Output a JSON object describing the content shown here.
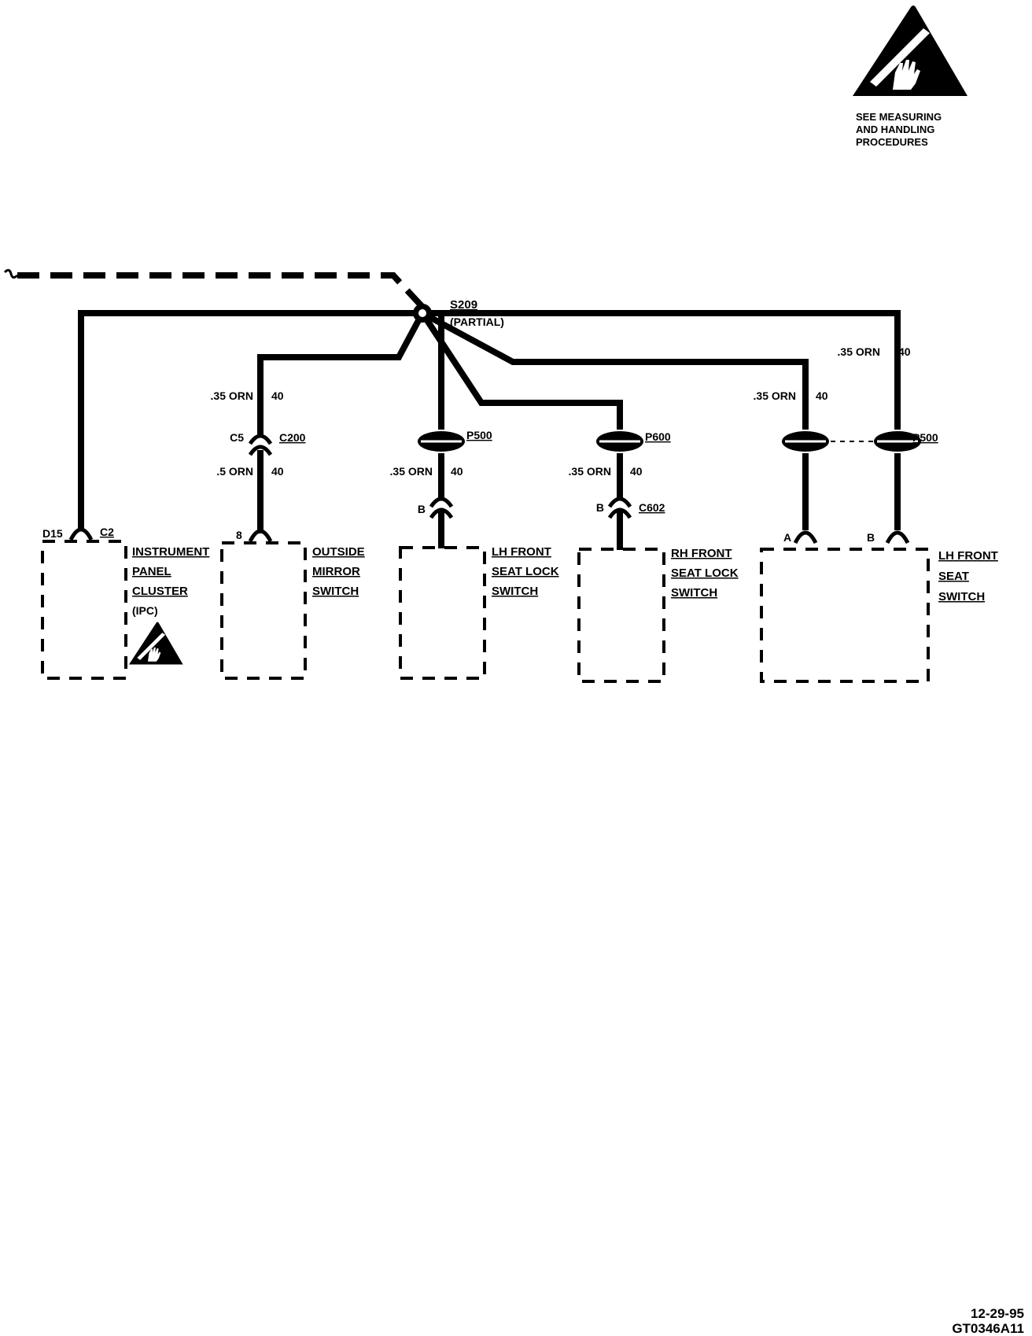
{
  "esd_notice": {
    "icon": "esd-warning-icon",
    "lines": [
      "SEE MEASURING",
      "AND HANDLING",
      "PROCEDURES"
    ]
  },
  "splice": {
    "label": "S209",
    "note": "(PARTIAL)"
  },
  "ipc": {
    "name_lines": [
      "INSTRUMENT",
      "PANEL",
      "CLUSTER",
      "(IPC)"
    ],
    "pin": "D15",
    "connector": "C2",
    "icon": "esd-warning-icon"
  },
  "outside_mirror_switch": {
    "name_lines": [
      "OUTSIDE",
      "MIRROR",
      "SWITCH"
    ],
    "wire_upper": ".35 ORN",
    "circuit_upper": "40",
    "inline_pin": "C5",
    "inline_connector": "C200",
    "wire_lower": ".5 ORN",
    "circuit_lower": "40",
    "pin": "8"
  },
  "lh_front_seat_lock_switch": {
    "name_lines": [
      "LH FRONT",
      "SEAT LOCK",
      "SWITCH"
    ],
    "pass_through": "P500",
    "wire": ".35 ORN",
    "circuit": "40",
    "inline_pin": "B"
  },
  "rh_front_seat_lock_switch": {
    "name_lines": [
      "RH FRONT",
      "SEAT LOCK",
      "SWITCH"
    ],
    "pass_through": "P600",
    "wire": ".35 ORN",
    "circuit": "40",
    "inline_pin": "B",
    "inline_connector": "C602"
  },
  "lh_front_seat_switch": {
    "name_lines": [
      "LH FRONT",
      "SEAT",
      "SWITCH"
    ],
    "pass_through": "P500",
    "wire_a": ".35 ORN",
    "circuit_a": "40",
    "wire_b": ".35 ORN",
    "circuit_b": "40",
    "pin_a": "A",
    "pin_b": "B"
  },
  "footer": {
    "date": "12-29-95",
    "figure_id": "GT0346A11"
  }
}
